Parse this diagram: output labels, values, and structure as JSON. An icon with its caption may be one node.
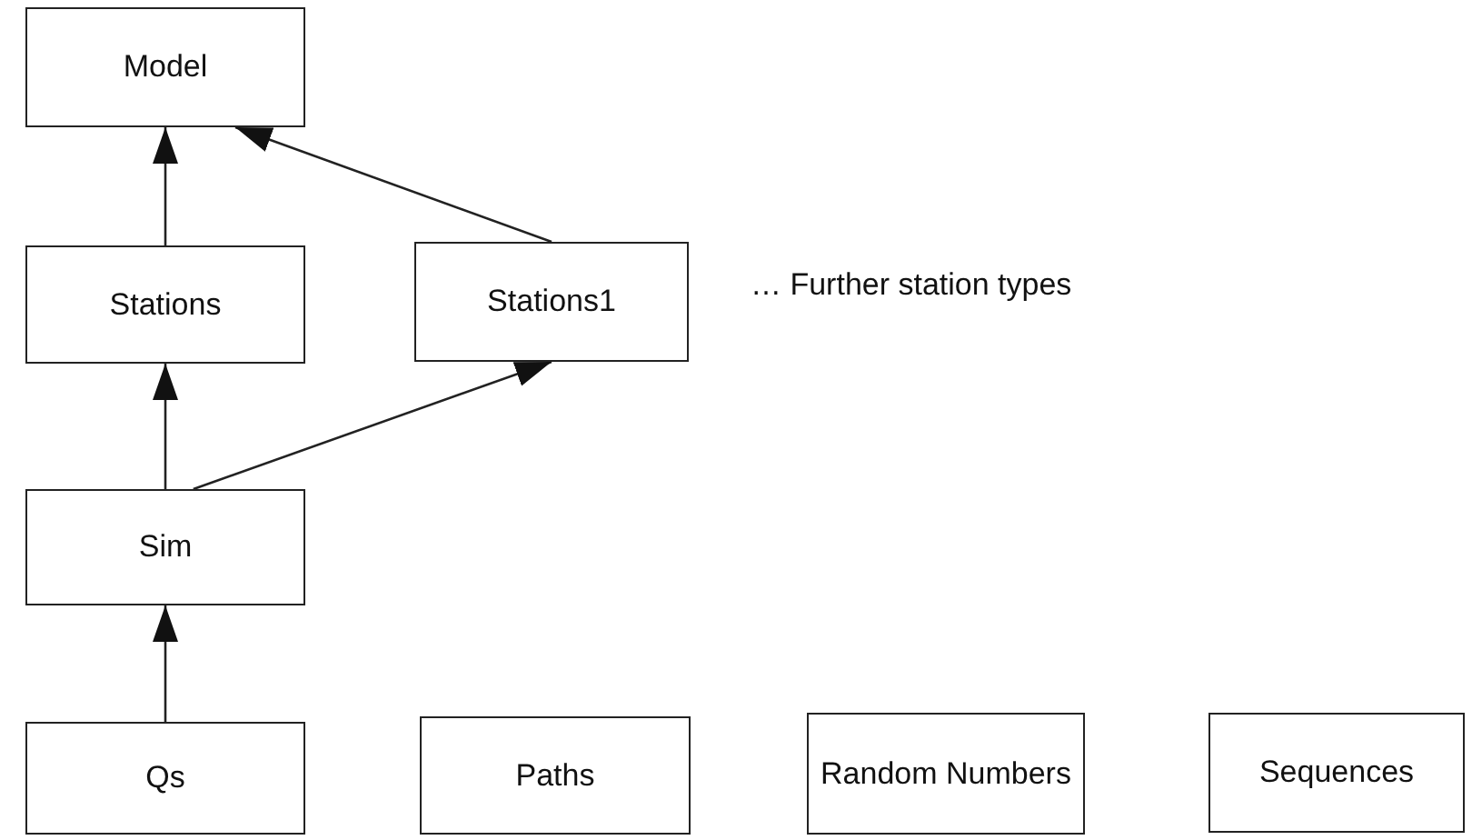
{
  "diagram": {
    "nodes": [
      {
        "text": [
          "Model"
        ]
      },
      {
        "text": [
          "Stations"
        ]
      },
      {
        "text": [
          "Stations1"
        ]
      },
      {
        "text": [
          "Sim"
        ]
      },
      {
        "text": [
          "Qs"
        ]
      },
      {
        "text": [
          "Paths"
        ]
      },
      {
        "text": [
          "Random Numbers"
        ]
      },
      {
        "text": [
          "Sequences"
        ]
      }
    ],
    "edges": [
      {
        "from": 1,
        "to": 0,
        "arrow": "to"
      },
      {
        "from": 2,
        "to": 0,
        "arrow": "to"
      },
      {
        "from": 3,
        "to": 1,
        "arrow": "to"
      },
      {
        "from": 3,
        "to": 2,
        "arrow": "to"
      },
      {
        "from": 4,
        "to": 3,
        "arrow": "to"
      }
    ],
    "labels": [
      "… Further station types"
    ]
  }
}
